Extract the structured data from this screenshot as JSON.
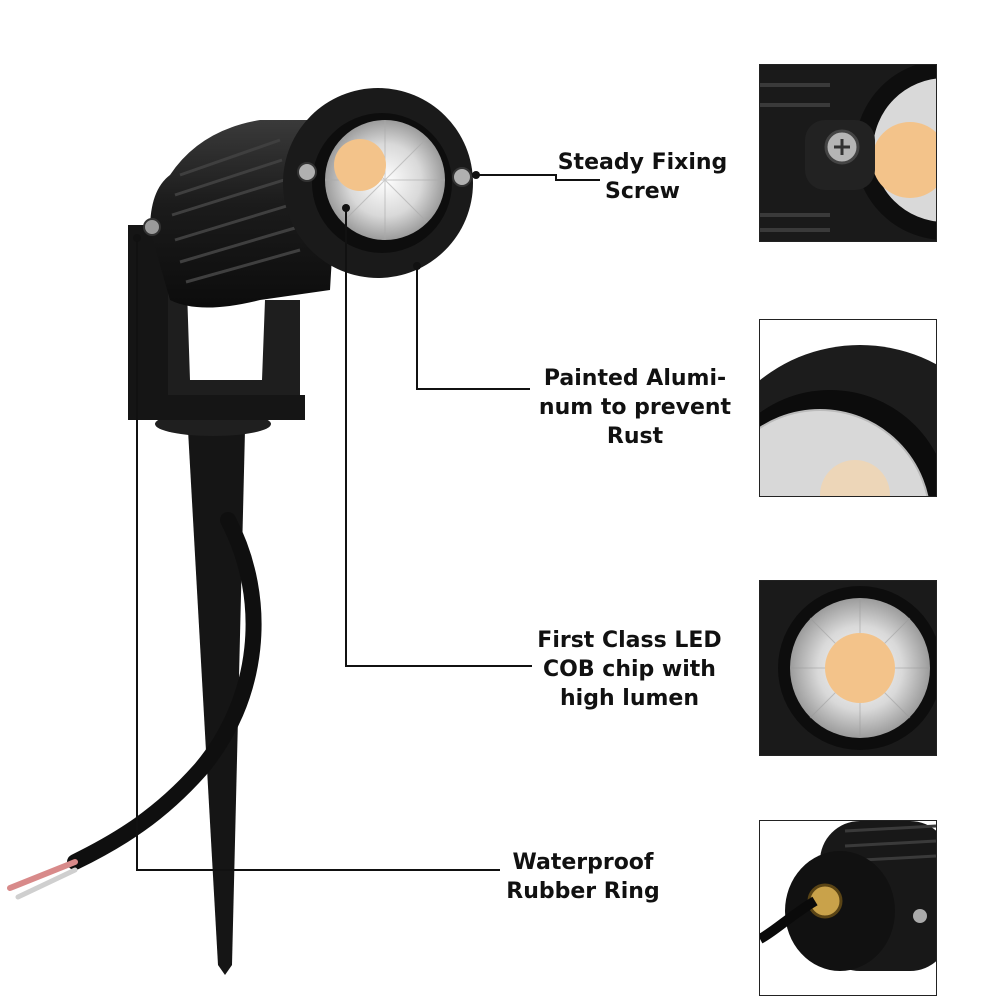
{
  "callouts": {
    "fixing_screw": "Steady Fixing\nScrew",
    "aluminum": "Painted Alumi-\nnum to prevent\nRust",
    "led_chip": "First Class LED\nCOB chip with\nhigh lumen",
    "rubber_ring": "Waterproof\nRubber Ring"
  },
  "colors": {
    "housing": "#1b1b1b",
    "led": "#f3c38a",
    "reflector": "#cfcfcf"
  },
  "icons": {
    "screw": "screw-icon",
    "led": "led-chip-icon"
  }
}
